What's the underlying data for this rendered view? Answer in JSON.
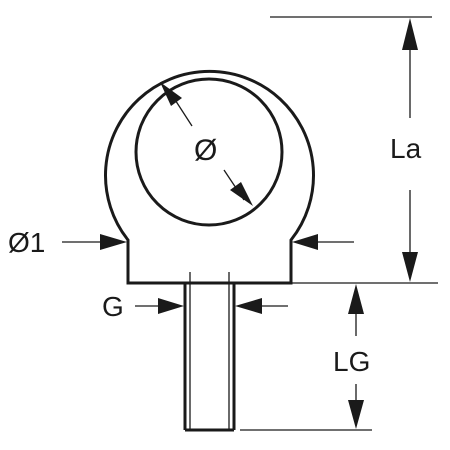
{
  "labels": {
    "inner_diameter": "Ø",
    "outer_diameter": "Ø1",
    "height": "La",
    "thread": "G",
    "thread_length": "LG"
  },
  "colors": {
    "line": "#1a1a1a",
    "background": "#ffffff"
  }
}
